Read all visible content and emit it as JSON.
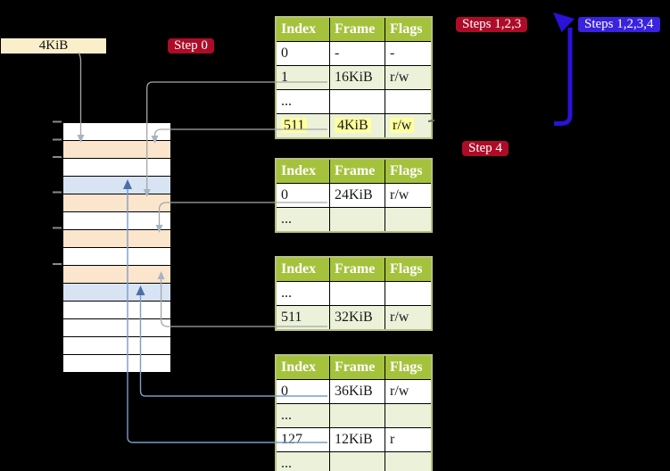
{
  "labels": {
    "page_size": "4KiB",
    "step0": "Step 0",
    "steps123": "Steps 1,2,3",
    "steps1234": "Steps 1,2,3,4",
    "step4": "Step 4"
  },
  "table_headers": [
    "Index",
    "Frame",
    "Flags"
  ],
  "tables": [
    {
      "name": "page-table-level-1",
      "rows": [
        [
          "0",
          "-",
          "-"
        ],
        [
          "1",
          "16KiB",
          "r/w"
        ],
        [
          "...",
          "",
          ""
        ],
        [
          "511",
          "4KiB",
          "r/w"
        ]
      ],
      "highlighted_row": "511"
    },
    {
      "name": "page-table-level-2",
      "rows": [
        [
          "0",
          "24KiB",
          "r/w"
        ],
        [
          "...",
          "",
          ""
        ]
      ]
    },
    {
      "name": "page-table-level-3",
      "rows": [
        [
          "...",
          "",
          ""
        ],
        [
          "511",
          "32KiB",
          "r/w"
        ]
      ]
    },
    {
      "name": "page-table-level-4",
      "rows": [
        [
          "0",
          "36KiB",
          "r/w"
        ],
        [
          "...",
          "",
          ""
        ],
        [
          "127",
          "12KiB",
          "r"
        ],
        [
          "...",
          "",
          ""
        ]
      ]
    }
  ],
  "memory_stack": {
    "rows": [
      "white",
      "peach",
      "white",
      "blue",
      "peach",
      "white",
      "peach",
      "white",
      "peach",
      "blue",
      "white",
      "white",
      "white",
      "white"
    ]
  },
  "colors": {
    "badge_red": "#ad0c28",
    "badge_blue": "#3a22e0",
    "arrow_blue": "#2a12d8",
    "table_header_green": "#a5c23d",
    "table_row_green": "#ecf1da",
    "table_border_sage": "#b8c083",
    "highlight_yellow": "#feff9e",
    "cell_peach": "#fce5cd",
    "cell_blue": "#d8e3f4",
    "source_box_cream": "#fbeecb",
    "connector_gray": "#a6a6a6",
    "connector_blue": "#7b9cc8"
  }
}
